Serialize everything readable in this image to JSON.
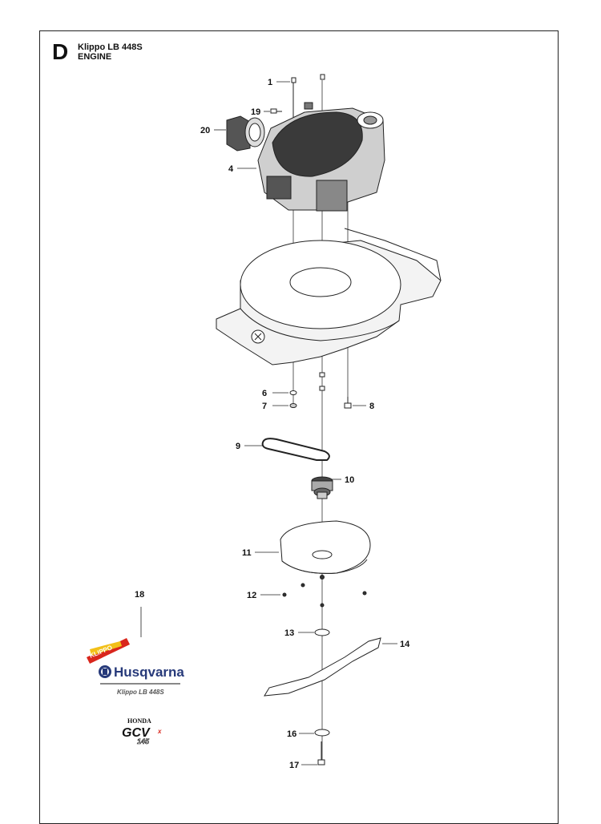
{
  "header": {
    "section_letter": "D",
    "model": "Klippo LB 448S",
    "group": "ENGINE"
  },
  "callouts": [
    {
      "no": "1",
      "part": "bolt"
    },
    {
      "no": "4",
      "part": "engine"
    },
    {
      "no": "6",
      "part": "nut"
    },
    {
      "no": "7",
      "part": "washer"
    },
    {
      "no": "8",
      "part": "screw"
    },
    {
      "no": "9",
      "part": "drive-belt"
    },
    {
      "no": "10",
      "part": "pulley"
    },
    {
      "no": "11",
      "part": "blade-guard-disc"
    },
    {
      "no": "12",
      "part": "screw"
    },
    {
      "no": "13",
      "part": "washer"
    },
    {
      "no": "14",
      "part": "blade"
    },
    {
      "no": "16",
      "part": "washer"
    },
    {
      "no": "17",
      "part": "blade-bolt"
    },
    {
      "no": "18",
      "part": "decal-set"
    },
    {
      "no": "19",
      "part": "screw"
    },
    {
      "no": "20",
      "part": "air-filter"
    }
  ],
  "decals": {
    "klippo_badge": "KLIPPO",
    "husqvarna_wordmark": "Husqvarna",
    "model_caption": "Klippo LB 448S",
    "honda": "HONDA",
    "engine_model": "GCV",
    "engine_size": "145"
  }
}
